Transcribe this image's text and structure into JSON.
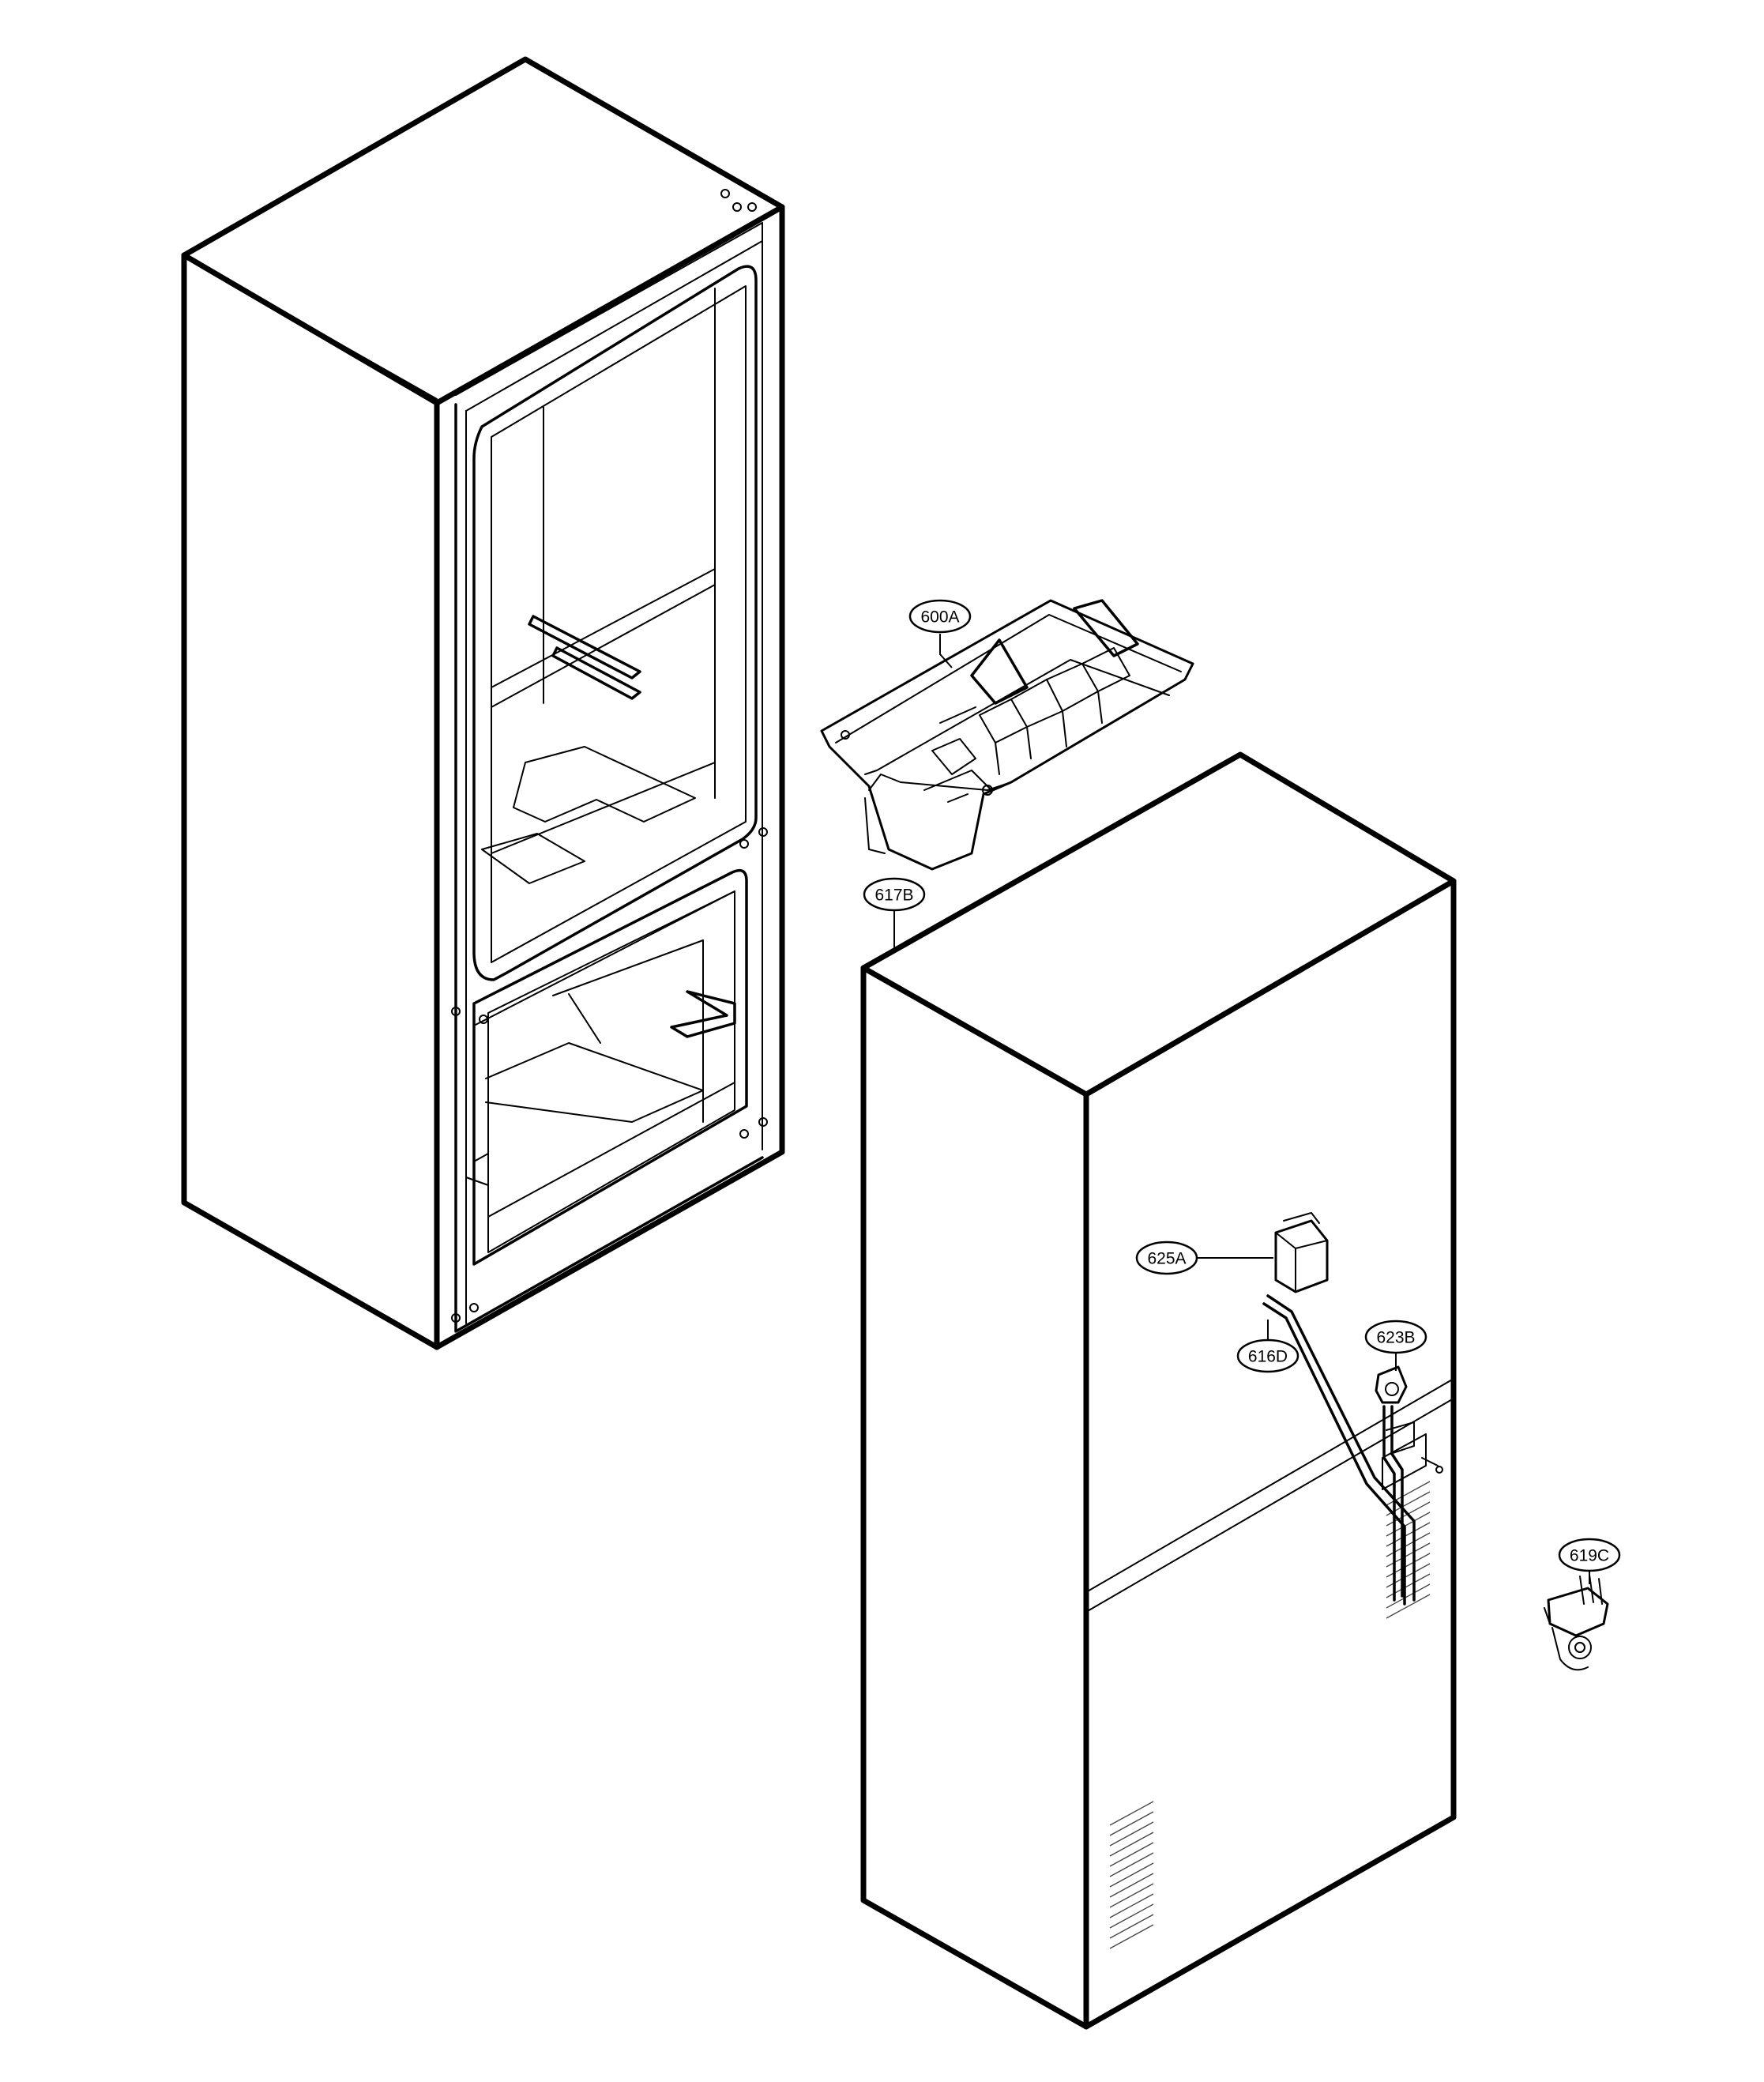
{
  "callouts": [
    {
      "id": "600A",
      "label": "600A"
    },
    {
      "id": "617B",
      "label": "617B"
    },
    {
      "id": "625A",
      "label": "625A"
    },
    {
      "id": "616D",
      "label": "616D"
    },
    {
      "id": "623B",
      "label": "623B"
    },
    {
      "id": "619C",
      "label": "619C"
    }
  ]
}
